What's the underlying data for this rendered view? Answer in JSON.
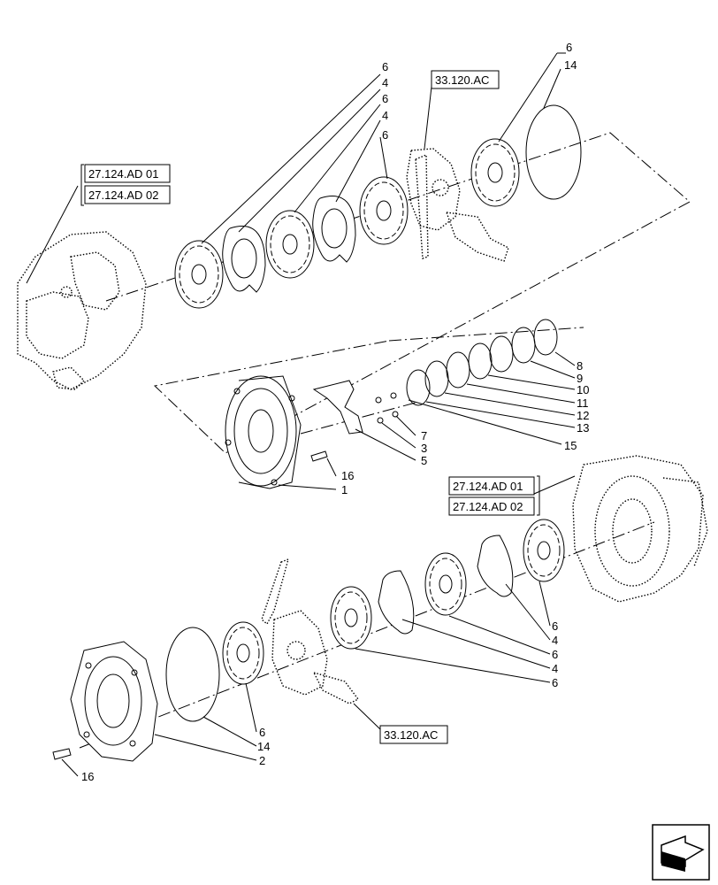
{
  "references": {
    "axle_top_1": "27.124.AD 01",
    "axle_top_2": "27.124.AD 02",
    "brake_top": "33.120.AC",
    "axle_right_1": "27.124.AD 01",
    "axle_right_2": "27.124.AD 02",
    "brake_bottom": "33.120.AC"
  },
  "callouts": {
    "top_stack": [
      "6",
      "4",
      "6",
      "4",
      "6"
    ],
    "top_right": [
      "6",
      "14"
    ],
    "rings": [
      "8",
      "9",
      "10",
      "11",
      "12",
      "13",
      "15"
    ],
    "housing": [
      "7",
      "3",
      "5",
      "16",
      "1"
    ],
    "bottom_stack": [
      "6",
      "4",
      "6",
      "4",
      "6"
    ],
    "bottom_left": [
      "6",
      "14",
      "2"
    ],
    "bolt_bottom": "16"
  },
  "icons": {
    "nav": "next-page-arrow-icon"
  }
}
